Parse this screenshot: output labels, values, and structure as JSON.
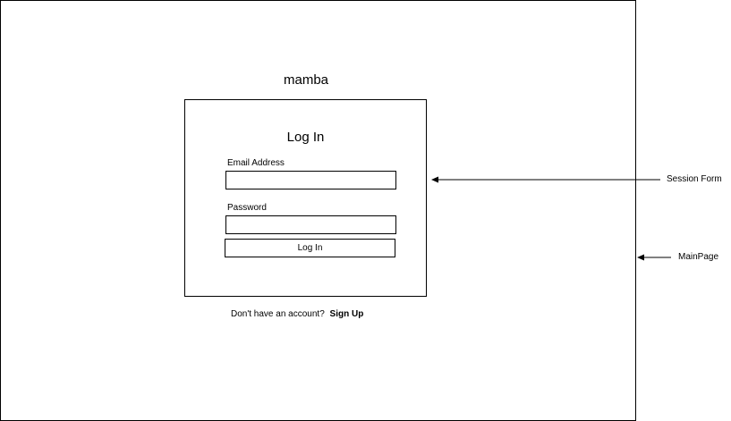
{
  "brand": {
    "name": "mamba"
  },
  "session_form": {
    "title": "Log In",
    "email_label": "Email Address",
    "email_value": "",
    "password_label": "Password",
    "password_value": "",
    "submit_label": "Log In"
  },
  "signup": {
    "prompt": "Don't have an account?",
    "link_label": "Sign Up"
  },
  "annotations": {
    "session_form": "Session Form",
    "main_page": "MainPage"
  },
  "colors": {
    "stroke": "#000000",
    "background": "#ffffff"
  }
}
